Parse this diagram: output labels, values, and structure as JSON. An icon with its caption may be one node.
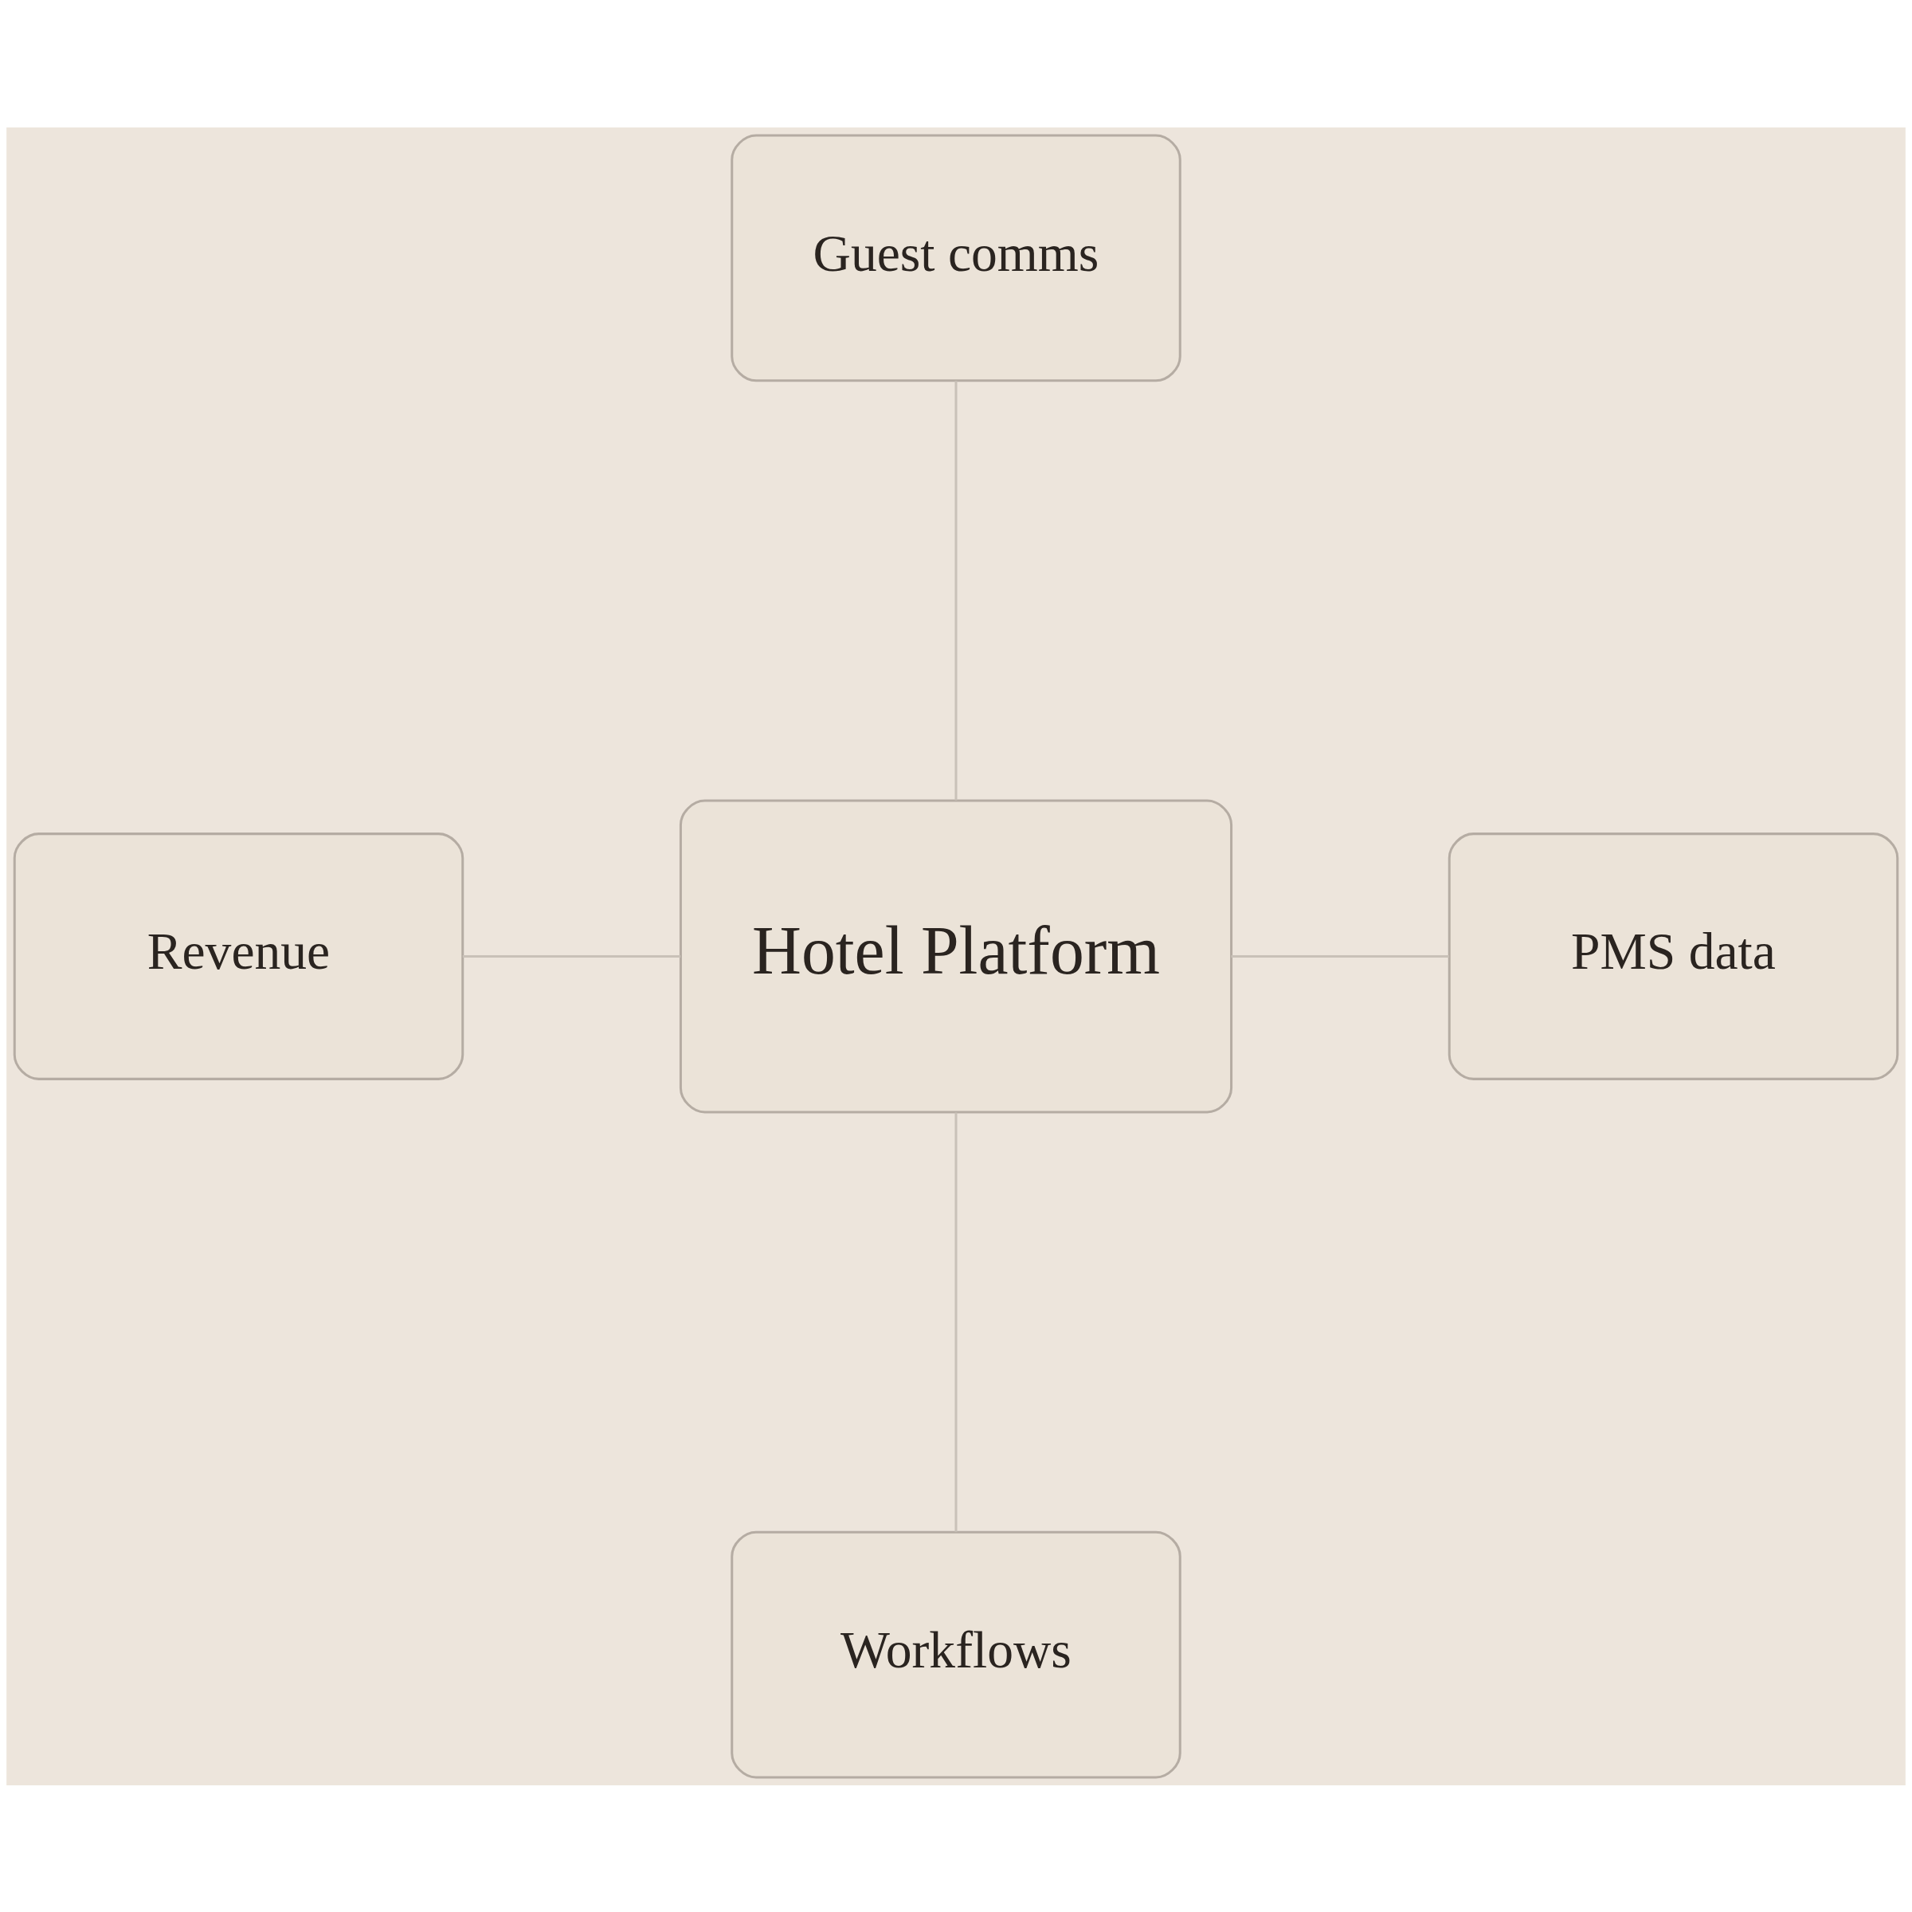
{
  "diagram": {
    "nodes": [
      {
        "text": [
          "Guest comms"
        ]
      },
      {
        "text": [
          "Revenue"
        ]
      },
      {
        "text": [
          "Hotel Platform"
        ]
      },
      {
        "text": [
          "PMS data"
        ]
      },
      {
        "text": [
          "Workflows"
        ]
      }
    ],
    "edges": [
      {
        "from": 0,
        "to": 2,
        "arrow": "none"
      },
      {
        "from": 1,
        "to": 2,
        "arrow": "none"
      },
      {
        "from": 2,
        "to": 3,
        "arrow": "none"
      },
      {
        "from": 2,
        "to": 4,
        "arrow": "none"
      }
    ]
  }
}
